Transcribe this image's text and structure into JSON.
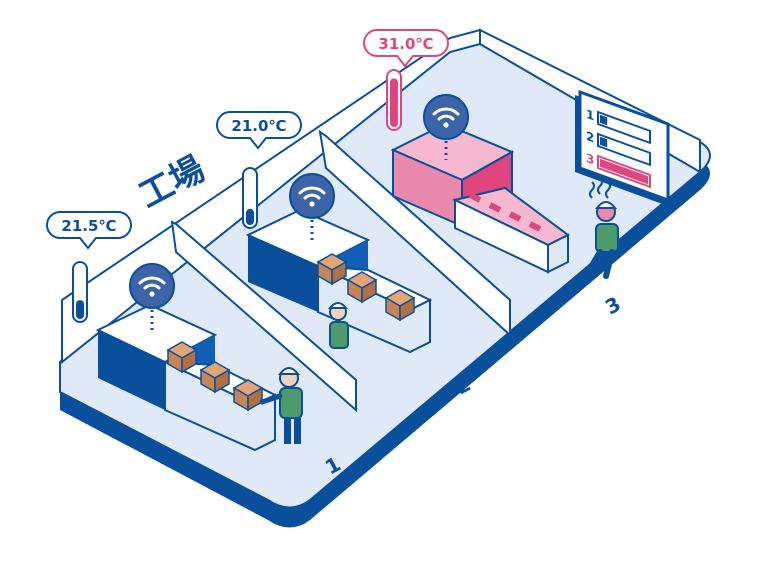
{
  "title": "工場",
  "sensors": [
    {
      "id": "sensor-1",
      "temperature": "21.5℃",
      "level": 0.35,
      "status": "normal"
    },
    {
      "id": "sensor-2",
      "temperature": "21.0℃",
      "level": 0.3,
      "status": "normal"
    },
    {
      "id": "sensor-3",
      "temperature": "31.0℃",
      "level": 0.9,
      "status": "alert"
    }
  ],
  "zones": [
    {
      "number": "1"
    },
    {
      "number": "2"
    },
    {
      "number": "3"
    }
  ],
  "monitor": {
    "rows": [
      {
        "label": "1",
        "level": 0.15,
        "status": "normal"
      },
      {
        "label": "2",
        "level": 0.15,
        "status": "normal"
      },
      {
        "label": "3",
        "level": 1.0,
        "status": "alert"
      }
    ]
  },
  "colors": {
    "primary": "#0a4f9c",
    "floor": "#dfe9f7",
    "wall": "#ffffff",
    "alert": "#e0467e",
    "alert_light": "#f5b8cf",
    "worker_green": "#4d9a6a",
    "box": "#c98456"
  },
  "icons": [
    "wifi-icon",
    "thermometer-icon",
    "heat-wave-icon"
  ]
}
